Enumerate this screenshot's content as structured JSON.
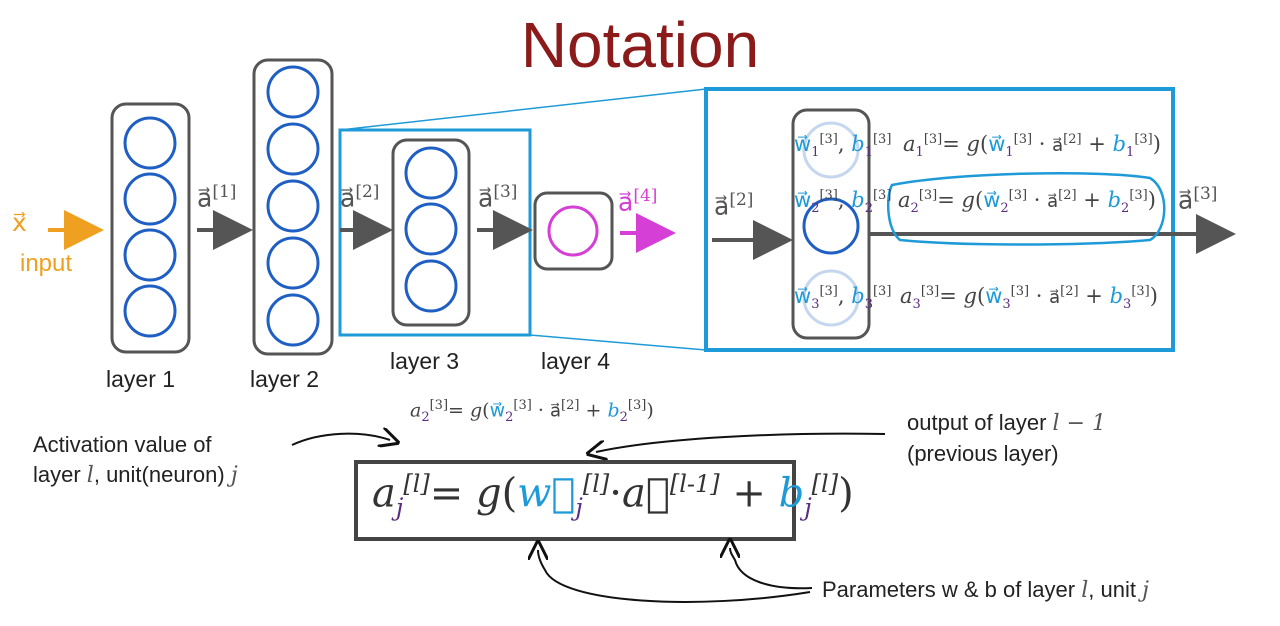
{
  "title": "Notation",
  "input": {
    "vector": "x⃗",
    "label": "input"
  },
  "layers": [
    {
      "label": "layer 1"
    },
    {
      "label": "layer 2"
    },
    {
      "label": "layer 3"
    },
    {
      "label": "layer 4"
    }
  ],
  "activations": {
    "a1": "a⃗",
    "a1_sup": "[1]",
    "a2": "a⃗",
    "a2_sup": "[2]",
    "a3": "a⃗",
    "a3_sup": "[3]",
    "a4": "a⃗",
    "a4_sup": "[4]",
    "zoom_in": "a⃗",
    "zoom_in_sup": "[2]",
    "zoom_out": "a⃗",
    "zoom_out_sup": "[3]"
  },
  "units": [
    {
      "param_w": "w⃗",
      "param_b": "b",
      "sub": "1",
      "sup": "[3]"
    },
    {
      "param_w": "w⃗",
      "param_b": "b",
      "sub": "2",
      "sup": "[3]"
    },
    {
      "param_w": "w⃗",
      "param_b": "b",
      "sub": "3",
      "sup": "[3]"
    }
  ],
  "equations_labels": {
    "a": "a",
    "g": "g",
    "open": "(",
    "close": ")",
    "dot": "·",
    "plus": "+",
    "eq": "=",
    "prev": "a⃗",
    "prev_sup": "[2]",
    "layer_sup": "[3]"
  },
  "general": {
    "a": "a",
    "j": "j",
    "l_sup": "[l]",
    "g": "g",
    "w": "w⃗",
    "prev": "a⃗",
    "prev_sup": "[l-1]",
    "b": "b"
  },
  "notes": {
    "activation_line1": "Activation value of",
    "activation_line2_pre": "layer ",
    "activation_l": "l",
    "activation_line2_mid": ", unit(neuron) ",
    "activation_j": "j",
    "output_line1_pre": "output of layer ",
    "output_l": "l − 1",
    "output_line2": "(previous layer)",
    "params_pre": "Parameters w & b of layer ",
    "params_l": "l",
    "params_mid": ", unit ",
    "params_j": "j"
  },
  "colors": {
    "title": "#8b1a1a",
    "neuron": "#1f5fc4",
    "output_neuron": "#d63fd6",
    "input": "#f0a020",
    "highlight": "#1e9ad8",
    "layer_box": "#555555"
  }
}
